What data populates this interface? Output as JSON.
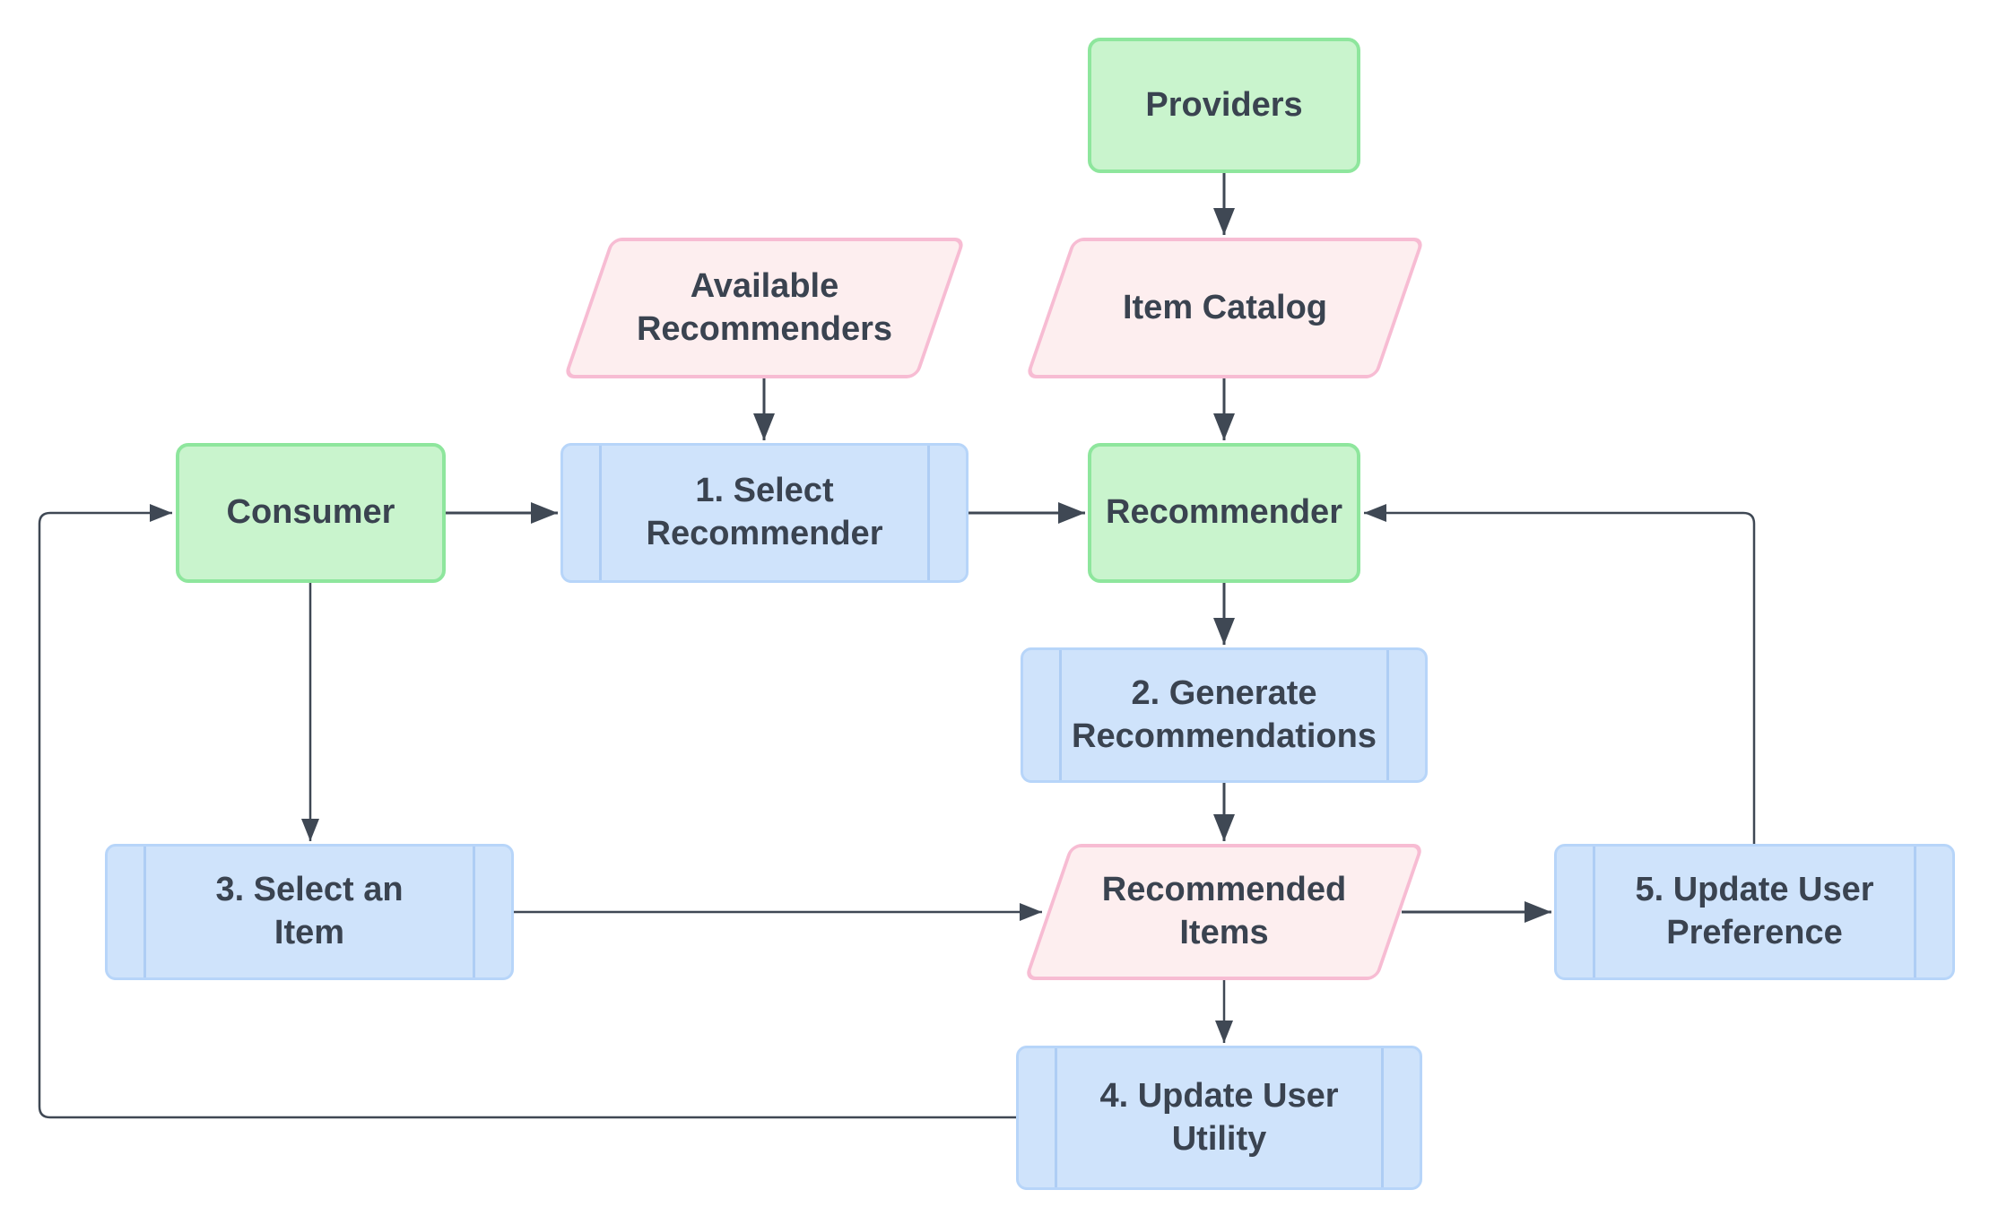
{
  "diagram": {
    "type": "flowchart",
    "colors": {
      "background": "#ffffff",
      "entity_fill": "#c9f4cd",
      "entity_border": "#8ee69d",
      "data_fill": "#fdeeef",
      "data_border": "#f7bcd3",
      "process_fill": "#cfe3fb",
      "process_border": "#b7d5f9",
      "process_bar": "#aecdf4",
      "connector": "#3f4854",
      "text": "#3a4350"
    },
    "nodes": {
      "providers": {
        "label": "Providers",
        "shape": "rounded-rectangle",
        "kind": "entity"
      },
      "available_recommenders": {
        "label": "Available Recommenders",
        "shape": "parallelogram",
        "kind": "data"
      },
      "item_catalog": {
        "label": "Item Catalog",
        "shape": "parallelogram",
        "kind": "data"
      },
      "consumer": {
        "label": "Consumer",
        "shape": "rounded-rectangle",
        "kind": "entity"
      },
      "select_recommender": {
        "label": "1. Select Recommender",
        "shape": "subprocess",
        "kind": "process"
      },
      "recommender": {
        "label": "Recommender",
        "shape": "rounded-rectangle",
        "kind": "entity"
      },
      "generate_recommendations": {
        "label": "2. Generate Recommendations",
        "shape": "subprocess",
        "kind": "process"
      },
      "select_an_item": {
        "label": "3. Select an Item",
        "shape": "subprocess",
        "kind": "process"
      },
      "recommended_items": {
        "label": "Recommended Items",
        "shape": "parallelogram",
        "kind": "data"
      },
      "update_user_preference": {
        "label": "5. Update User Preference",
        "shape": "subprocess",
        "kind": "process"
      },
      "update_user_utility": {
        "label": "4. Update User Utility",
        "shape": "subprocess",
        "kind": "process"
      }
    },
    "edges": [
      {
        "from": "providers",
        "to": "item_catalog"
      },
      {
        "from": "item_catalog",
        "to": "recommender"
      },
      {
        "from": "available_recommenders",
        "to": "select_recommender"
      },
      {
        "from": "consumer",
        "to": "select_recommender"
      },
      {
        "from": "select_recommender",
        "to": "recommender"
      },
      {
        "from": "recommender",
        "to": "generate_recommendations"
      },
      {
        "from": "generate_recommendations",
        "to": "recommended_items"
      },
      {
        "from": "consumer",
        "to": "select_an_item"
      },
      {
        "from": "select_an_item",
        "to": "recommended_items"
      },
      {
        "from": "recommended_items",
        "to": "update_user_preference"
      },
      {
        "from": "recommended_items",
        "to": "update_user_utility"
      },
      {
        "from": "update_user_preference",
        "to": "recommender"
      },
      {
        "from": "update_user_utility",
        "to": "consumer"
      }
    ]
  }
}
